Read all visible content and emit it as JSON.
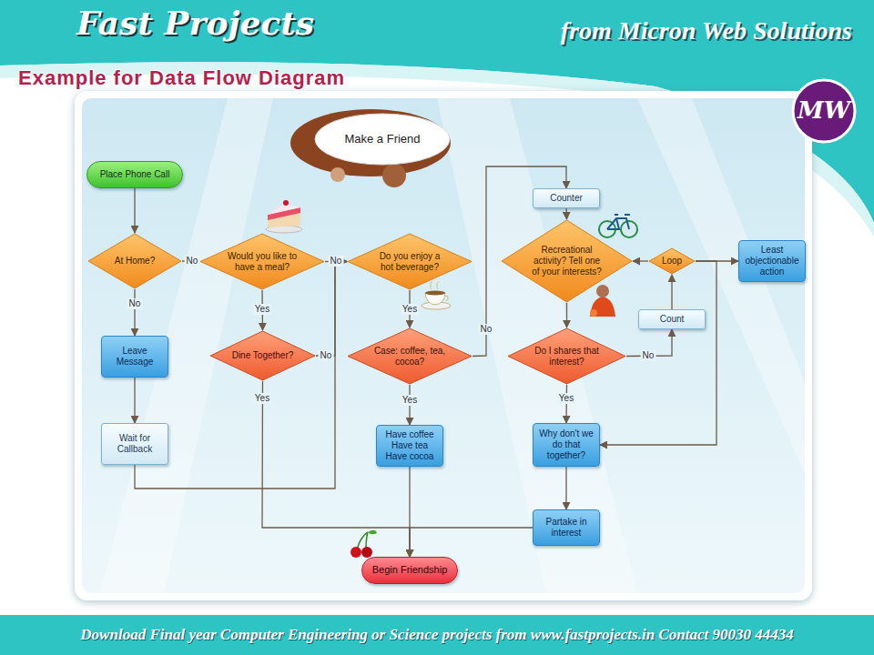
{
  "diagram": {
    "title": "Fast Projects",
    "caption": "Download Final year Computer Engineering or Science projects from www.fastprojects.in Contact 90030 44434",
    "nodes": [
      {
        "text": [
          "Make a Friend"
        ]
      },
      {
        "text": [
          "Place Phone Call"
        ]
      },
      {
        "text": [
          "At Home?"
        ]
      },
      {
        "text": [
          "Would you like to have a meal?"
        ]
      },
      {
        "text": [
          "Do you enjoy a hot beverage?"
        ]
      },
      {
        "text": [
          "Counter"
        ]
      },
      {
        "text": [
          "Recreational activity? Tell one of your interests?"
        ]
      },
      {
        "text": [
          "Loop"
        ]
      },
      {
        "text": [
          "Least objectionable action"
        ]
      },
      {
        "text": [
          "Leave Message"
        ]
      },
      {
        "text": [
          "Dine Together?"
        ]
      },
      {
        "text": [
          "Case: coffee, tea, cocoa?"
        ]
      },
      {
        "text": [
          "Count"
        ]
      },
      {
        "text": [
          "Do I shares that interest?"
        ]
      },
      {
        "text": [
          "Wait for Callback"
        ]
      },
      {
        "text": [
          "Have coffee Have tea Have cocoa"
        ]
      },
      {
        "text": [
          "Why don't we do that together?"
        ]
      },
      {
        "text": [
          "Partake in interest"
        ]
      },
      {
        "text": [
          "Begin Friendship"
        ]
      }
    ],
    "edges": [
      {
        "from": 1,
        "to": 2,
        "arrow": "to"
      },
      {
        "from": 2,
        "to": 3,
        "label": "No",
        "arrow": "to"
      },
      {
        "from": 2,
        "to": 9,
        "label": "No",
        "arrow": "to"
      },
      {
        "from": 9,
        "to": 14,
        "arrow": "to"
      },
      {
        "from": 14,
        "to": 4,
        "arrow": "to"
      },
      {
        "from": 3,
        "to": 4,
        "label": "No",
        "arrow": "to"
      },
      {
        "from": 3,
        "to": 10,
        "label": "Yes",
        "arrow": "to"
      },
      {
        "from": 10,
        "to": 4,
        "label": "No",
        "arrow": "to"
      },
      {
        "from": 10,
        "to": 18,
        "label": "Yes",
        "arrow": "to"
      },
      {
        "from": 4,
        "to": 11,
        "label": "Yes",
        "arrow": "to"
      },
      {
        "from": 11,
        "to": 5,
        "label": "No",
        "arrow": "to"
      },
      {
        "from": 11,
        "to": 15,
        "label": "Yes",
        "arrow": "to"
      },
      {
        "from": 15,
        "to": 18,
        "arrow": "to"
      },
      {
        "from": 5,
        "to": 6,
        "arrow": "to"
      },
      {
        "from": 6,
        "to": 13,
        "arrow": "to"
      },
      {
        "from": 13,
        "to": 12,
        "label": "No",
        "arrow": "to"
      },
      {
        "from": 12,
        "to": 7,
        "arrow": "to"
      },
      {
        "from": 7,
        "to": 6,
        "arrow": "to"
      },
      {
        "from": 7,
        "to": 8,
        "arrow": "to"
      },
      {
        "from": 7,
        "to": 16,
        "arrow": "to"
      },
      {
        "from": 13,
        "to": 16,
        "label": "Yes",
        "arrow": "to"
      },
      {
        "from": 16,
        "to": 17,
        "arrow": "to"
      },
      {
        "from": 17,
        "to": 18,
        "arrow": "to"
      }
    ],
    "labels": [
      "from Micron Web Solutions",
      "Example for Data Flow Diagram",
      "MW"
    ]
  }
}
